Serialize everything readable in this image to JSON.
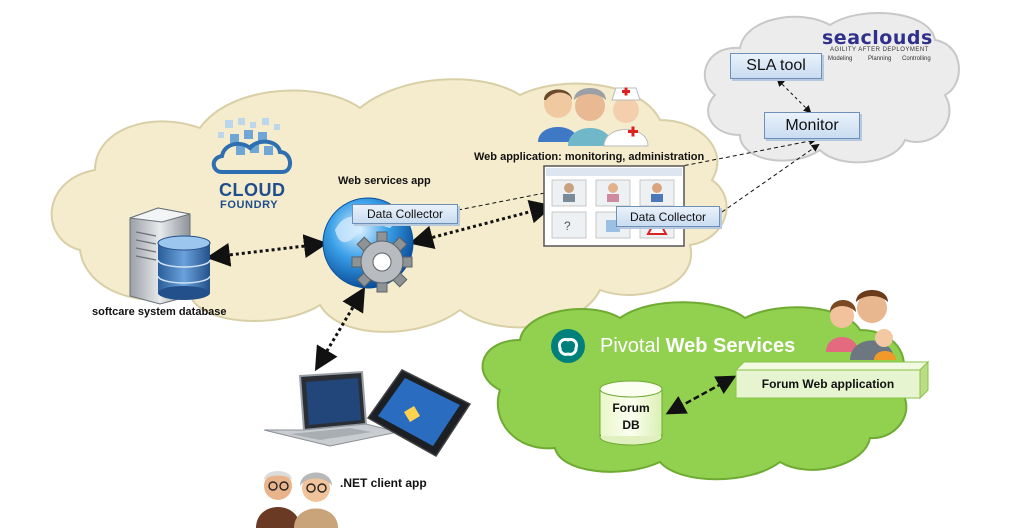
{
  "diagram": {
    "sla_tool": "SLA tool",
    "monitor": "Monitor",
    "seaclouds": {
      "logo": "seaclouds",
      "tagline": "AGILITY AFTER DEPLOYMENT",
      "steps": [
        "Modeling",
        "Planning",
        "Controlling"
      ]
    },
    "cloud_foundry": {
      "line1": "CLOUD",
      "line2": "FOUNDRY"
    },
    "web_services_app": "Web services app",
    "web_application": "Web application:  monitoring, administration",
    "data_collector_1": "Data Collector",
    "data_collector_2": "Data Collector",
    "database_label": "softcare system database",
    "pivotal": {
      "prefix": "Pivotal",
      "suffix": "Web Services"
    },
    "forum_db": {
      "line1": "Forum",
      "line2": "DB"
    },
    "forum_web_app": "Forum Web application",
    "net_client": ".NET client app"
  },
  "colors": {
    "cloud_beige": "#f4eccd",
    "cloud_gray": "#ececec",
    "pivotal_green": "#92d050",
    "box_blue": "#dbe7f5",
    "forum_green": "#e6f5cf"
  },
  "icons": [
    "server-database-icon",
    "globe-gear-icon",
    "people-icon",
    "laptop-icon",
    "tablet-icon",
    "elderly-couple-icon",
    "family-icon",
    "cloud-foundry-logo",
    "pivotal-logo"
  ]
}
